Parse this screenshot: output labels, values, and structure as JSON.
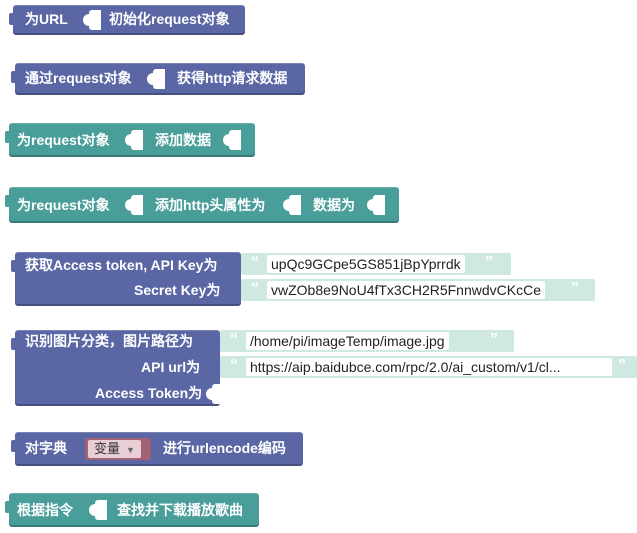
{
  "blocks": {
    "b1": {
      "label": "为URL",
      "label2": "初始化request对象"
    },
    "b2": {
      "label": "通过request对象",
      "label2": "获得http请求数据"
    },
    "b3": {
      "label": "为request对象",
      "label2": "添加数据"
    },
    "b4": {
      "label": "为request对象",
      "label2": "添加http头属性为",
      "label3": "数据为"
    },
    "b5": {
      "label": "获取Access token, API Key为",
      "label2": "Secret Key为",
      "api_key": "upQc9GCpe5GS851jBpYprrdk",
      "secret_key": "vwZOb8e9NoU4fTx3CH2R5FnnwdvCKcCe"
    },
    "b6": {
      "label": "识别图片分类，图片路径为",
      "label2": "API url为",
      "label3": "Access Token为",
      "path": "/home/pi/imageTemp/image.jpg",
      "url": "https://aip.baidubce.com/rpc/2.0/ai_custom/v1/cl..."
    },
    "b7": {
      "label": "对字典",
      "var": "变量",
      "label2": "进行urlencode编码"
    },
    "b8": {
      "label": "根据指令",
      "label2": "查找并下载播放歌曲"
    }
  },
  "quote_open": "“",
  "quote_close": "”",
  "dropdown_arrow": "▼",
  "colors": {
    "purple": "#5b67a5",
    "teal": "#4a9e9a",
    "var": "#a36174"
  }
}
